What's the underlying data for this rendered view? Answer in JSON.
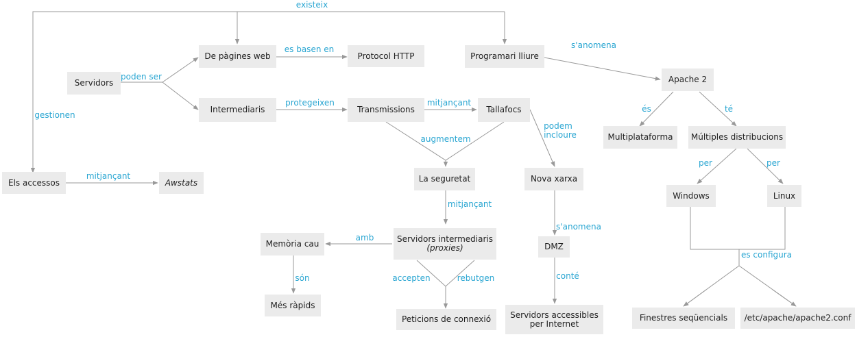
{
  "colors": {
    "node_fill": "#ebebeb",
    "edge": "#999999",
    "label": "#2aa6d2",
    "text": "#222222"
  },
  "nodes": {
    "de_pagines_web": "De pàgines web",
    "protocol_http": "Protocol HTTP",
    "programari_lliure": "Programari lliure",
    "servidors": "Servidors",
    "apache2": "Apache 2",
    "intermediaris": "Intermediaris",
    "transmissions": "Transmissions",
    "tallafocs": "Tallafocs",
    "multiplataforma": "Multiplataforma",
    "multiples_distribucions": "Múltiples distribucions",
    "els_accessos": "Els accessos",
    "awstats": "Awstats",
    "la_seguretat": "La seguretat",
    "nova_xarxa": "Nova xarxa",
    "windows": "Windows",
    "linux": "Linux",
    "memoria_cau": "Memòria cau",
    "servidors_intermediaris": "Servidors intermediaris",
    "proxies": "(proxies)",
    "dmz": "DMZ",
    "mes_rapids": "Més ràpids",
    "peticions_connexio": "Peticions de connexió",
    "servidors_accessibles_1": "Servidors accessibles",
    "servidors_accessibles_2": "per Internet",
    "finestres_sequencials": "Finestres seqüencials",
    "etc_apache": "/etc/apache/apache2.conf"
  },
  "labels": {
    "existeix": "existeix",
    "es_basen_en": "es basen en",
    "s_anomena_1": "s'anomena",
    "poden_ser": "poden ser",
    "protegeixen": "protegeixen",
    "mitjancant_1": "mitjançant",
    "gestionen": "gestionen",
    "podem": "podem",
    "incloure": "incloure",
    "es": "és",
    "te": "té",
    "augmentem": "augmentem",
    "per_1": "per",
    "per_2": "per",
    "mitjancant_2": "mitjançant",
    "mitjancant_3": "mitjançant",
    "s_anomena_2": "s'anomena",
    "amb": "amb",
    "es_configura": "es configura",
    "son": "són",
    "accepten": "accepten",
    "rebutgen": "rebutgen",
    "conte": "conté"
  }
}
